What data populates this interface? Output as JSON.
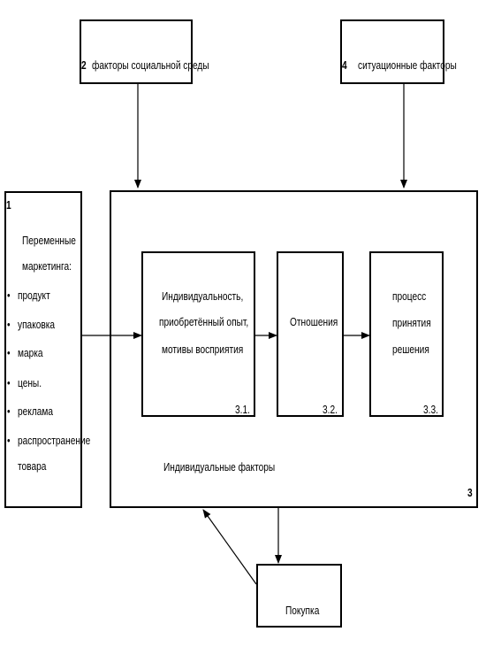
{
  "nodes": {
    "social": {
      "number": "2",
      "label": "факторы социальной среды"
    },
    "situational": {
      "number": "4",
      "label": "ситуационные факторы"
    },
    "marketing": {
      "number": "1",
      "title_line1": "Переменные",
      "title_line2": "маркетинга:",
      "items": [
        "продукт",
        "упаковка",
        "марка",
        "цены.",
        "реклама",
        "распространение",
        "товара"
      ]
    },
    "individual_frame": {
      "number": "3",
      "label": "Индивидуальные факторы"
    },
    "personality": {
      "lines": [
        "Индивидуальность,",
        "приобретённый опыт,",
        "мотивы восприятия"
      ],
      "number": "3.1."
    },
    "attitudes": {
      "label": "Отношения",
      "number": "3.2."
    },
    "decision": {
      "lines": [
        "процесс",
        "принятия",
        "решения"
      ],
      "number": "3.3."
    },
    "purchase": {
      "label": "Покупка"
    }
  },
  "bullet_char": "•"
}
